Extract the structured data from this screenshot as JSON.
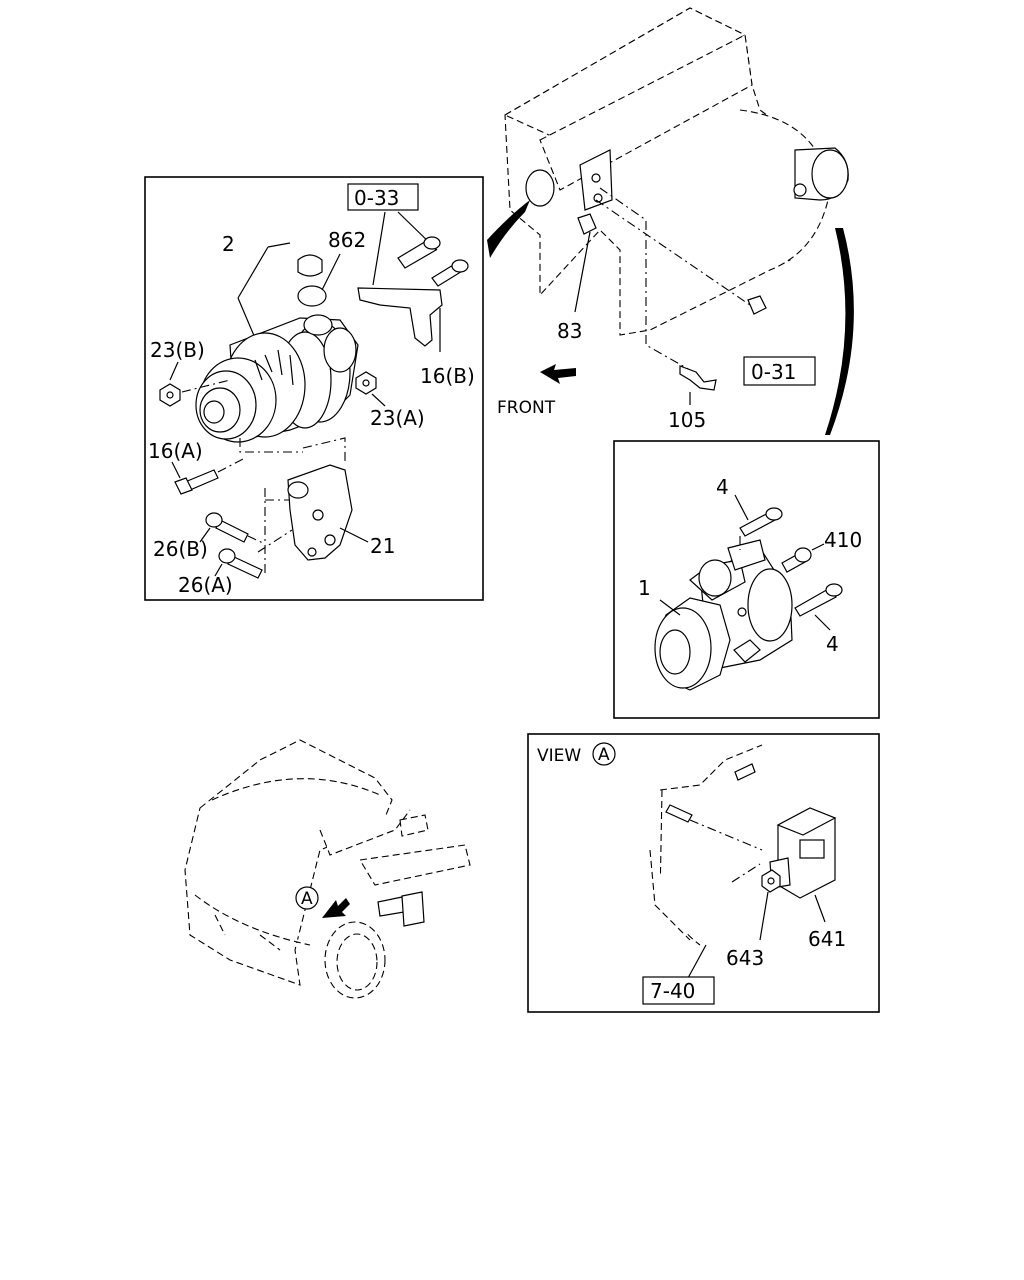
{
  "labels": {
    "ref_0_33": "0-33",
    "p862": "862",
    "p2": "2",
    "p23b": "23(B)",
    "p16b": "16(B)",
    "p23a": "23(A)",
    "p16a": "16(A)",
    "p26b": "26(B)",
    "p21": "21",
    "p26a": "26(A)",
    "p83": "83",
    "front": "FRONT",
    "ref_0_31": "0-31",
    "p105": "105",
    "p4_top": "4",
    "p410": "410",
    "p1": "1",
    "p4_bottom": "4",
    "view_a": "VIEW",
    "circle_a": "A",
    "circle_a_truck": "A",
    "p641": "641",
    "p643": "643",
    "ref_7_40": "7-40"
  }
}
